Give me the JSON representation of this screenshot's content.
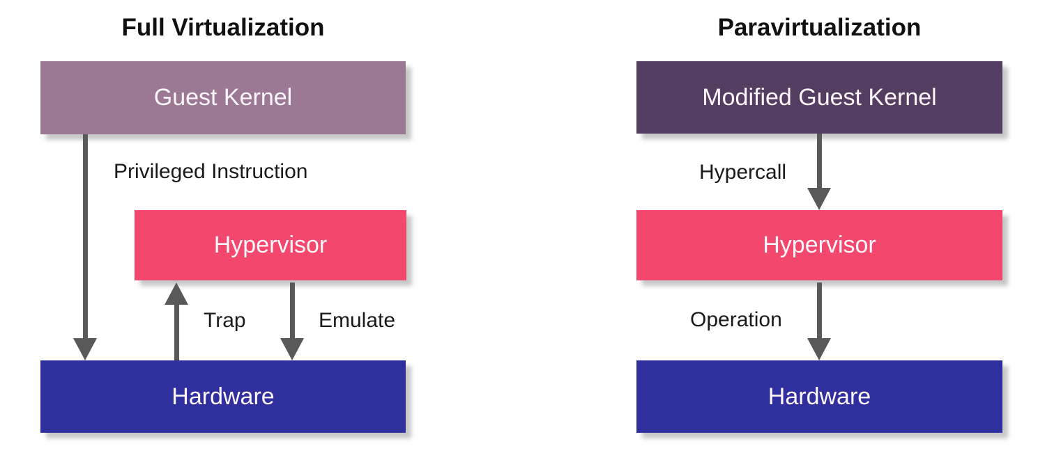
{
  "left_panel": {
    "title": "Full Virtualization",
    "boxes": {
      "guest_kernel": "Guest Kernel",
      "hypervisor": "Hypervisor",
      "hardware": "Hardware"
    },
    "labels": {
      "privileged_instruction": "Privileged Instruction",
      "trap": "Trap",
      "emulate": "Emulate"
    }
  },
  "right_panel": {
    "title": "Paravirtualization",
    "boxes": {
      "modified_guest_kernel": "Modified Guest Kernel",
      "hypervisor": "Hypervisor",
      "hardware": "Hardware"
    },
    "labels": {
      "hypercall": "Hypercall",
      "operation": "Operation"
    }
  },
  "colors": {
    "guest_kernel": "#9b7894",
    "modified_guest_kernel": "#533d60",
    "hypervisor": "#f4476d",
    "hardware": "#2f2f9e",
    "arrow": "#595959",
    "title_text": "#111111",
    "box_text": "#fdf6fb",
    "background": "#ffffff"
  }
}
